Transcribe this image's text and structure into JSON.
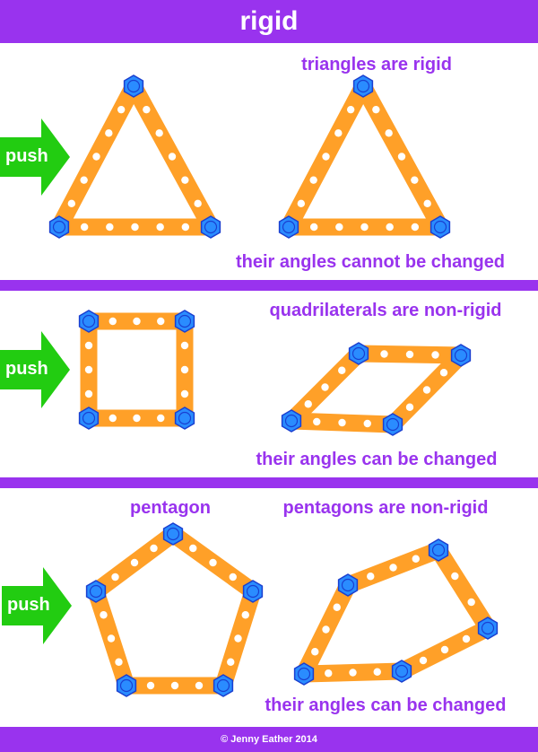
{
  "title": "rigid",
  "sections": [
    {
      "push_label": "push",
      "caption_top": "triangles are rigid",
      "caption_bottom": "their angles cannot be changed"
    },
    {
      "push_label": "push",
      "caption_top": "quadrilaterals are non-rigid",
      "caption_bottom": "their angles can be changed"
    },
    {
      "push_label": "push",
      "caption_left": "pentagon",
      "caption_top": "pentagons are non-rigid",
      "caption_bottom": "their angles can be changed"
    }
  ],
  "footer": "© Jenny Eather 2014",
  "colors": {
    "banner": "#9933ee",
    "text_accent": "#9933ee",
    "strip": "#ffa028",
    "bolt": "#2a8cff",
    "bolt_outline": "#1a3fd0",
    "arrow": "#22cc11"
  }
}
